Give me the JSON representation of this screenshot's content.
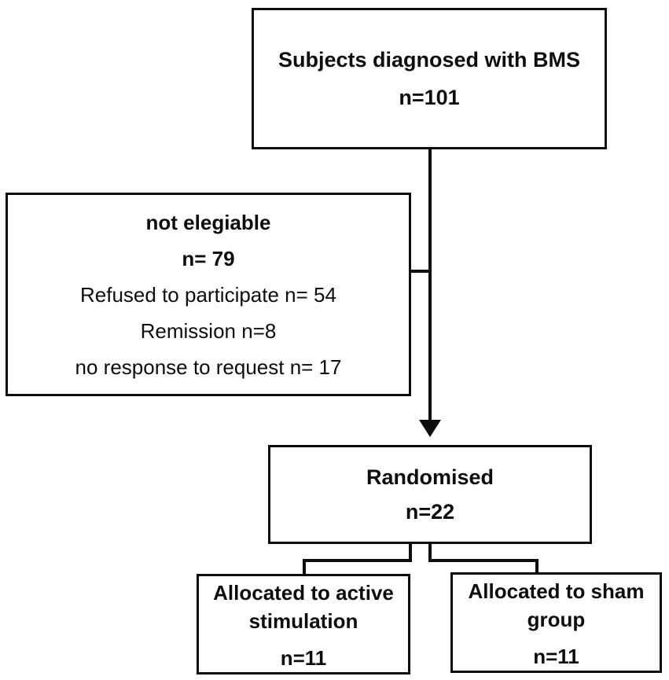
{
  "diagram": {
    "type": "flowchart",
    "colors": {
      "border": "#0d0d0d",
      "text": "#0d0d0d",
      "background": "#ffffff"
    },
    "boxes": {
      "subjects": {
        "title": "Subjects diagnosed with BMS",
        "count": "n=101"
      },
      "excluded": {
        "title": "not elegiable",
        "count": "n= 79",
        "reasons": [
          "Refused to participate n= 54",
          "Remission n=8",
          "no response to request n= 17"
        ]
      },
      "randomised": {
        "title": "Randomised",
        "count": "n=22"
      },
      "active": {
        "title": "Allocated to active stimulation",
        "count": "n=11"
      },
      "sham": {
        "title": "Allocated to sham group",
        "count": "n=11"
      }
    }
  }
}
